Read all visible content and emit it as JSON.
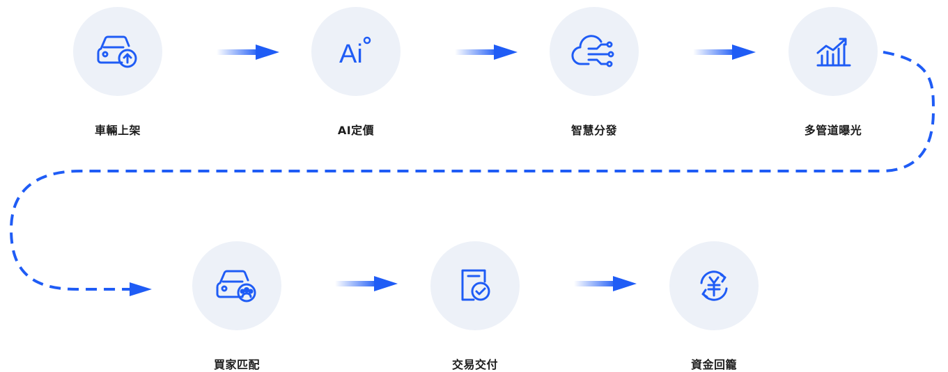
{
  "colors": {
    "accent": "#1f5cf5",
    "circle_bg": "#edf1f8",
    "text": "#1c1c1c"
  },
  "steps": [
    {
      "label": "車輛上架",
      "icon": "car-upload-icon"
    },
    {
      "label": "AI定價",
      "icon": "ai-icon"
    },
    {
      "label": "智慧分發",
      "icon": "cloud-distribution-icon"
    },
    {
      "label": "多管道曝光",
      "icon": "growth-chart-icon"
    },
    {
      "label": "買家匹配",
      "icon": "car-buyers-icon"
    },
    {
      "label": "交易交付",
      "icon": "document-check-icon"
    },
    {
      "label": "資金回籠",
      "icon": "currency-cycle-icon"
    }
  ],
  "ai_icon_text": "Ai"
}
